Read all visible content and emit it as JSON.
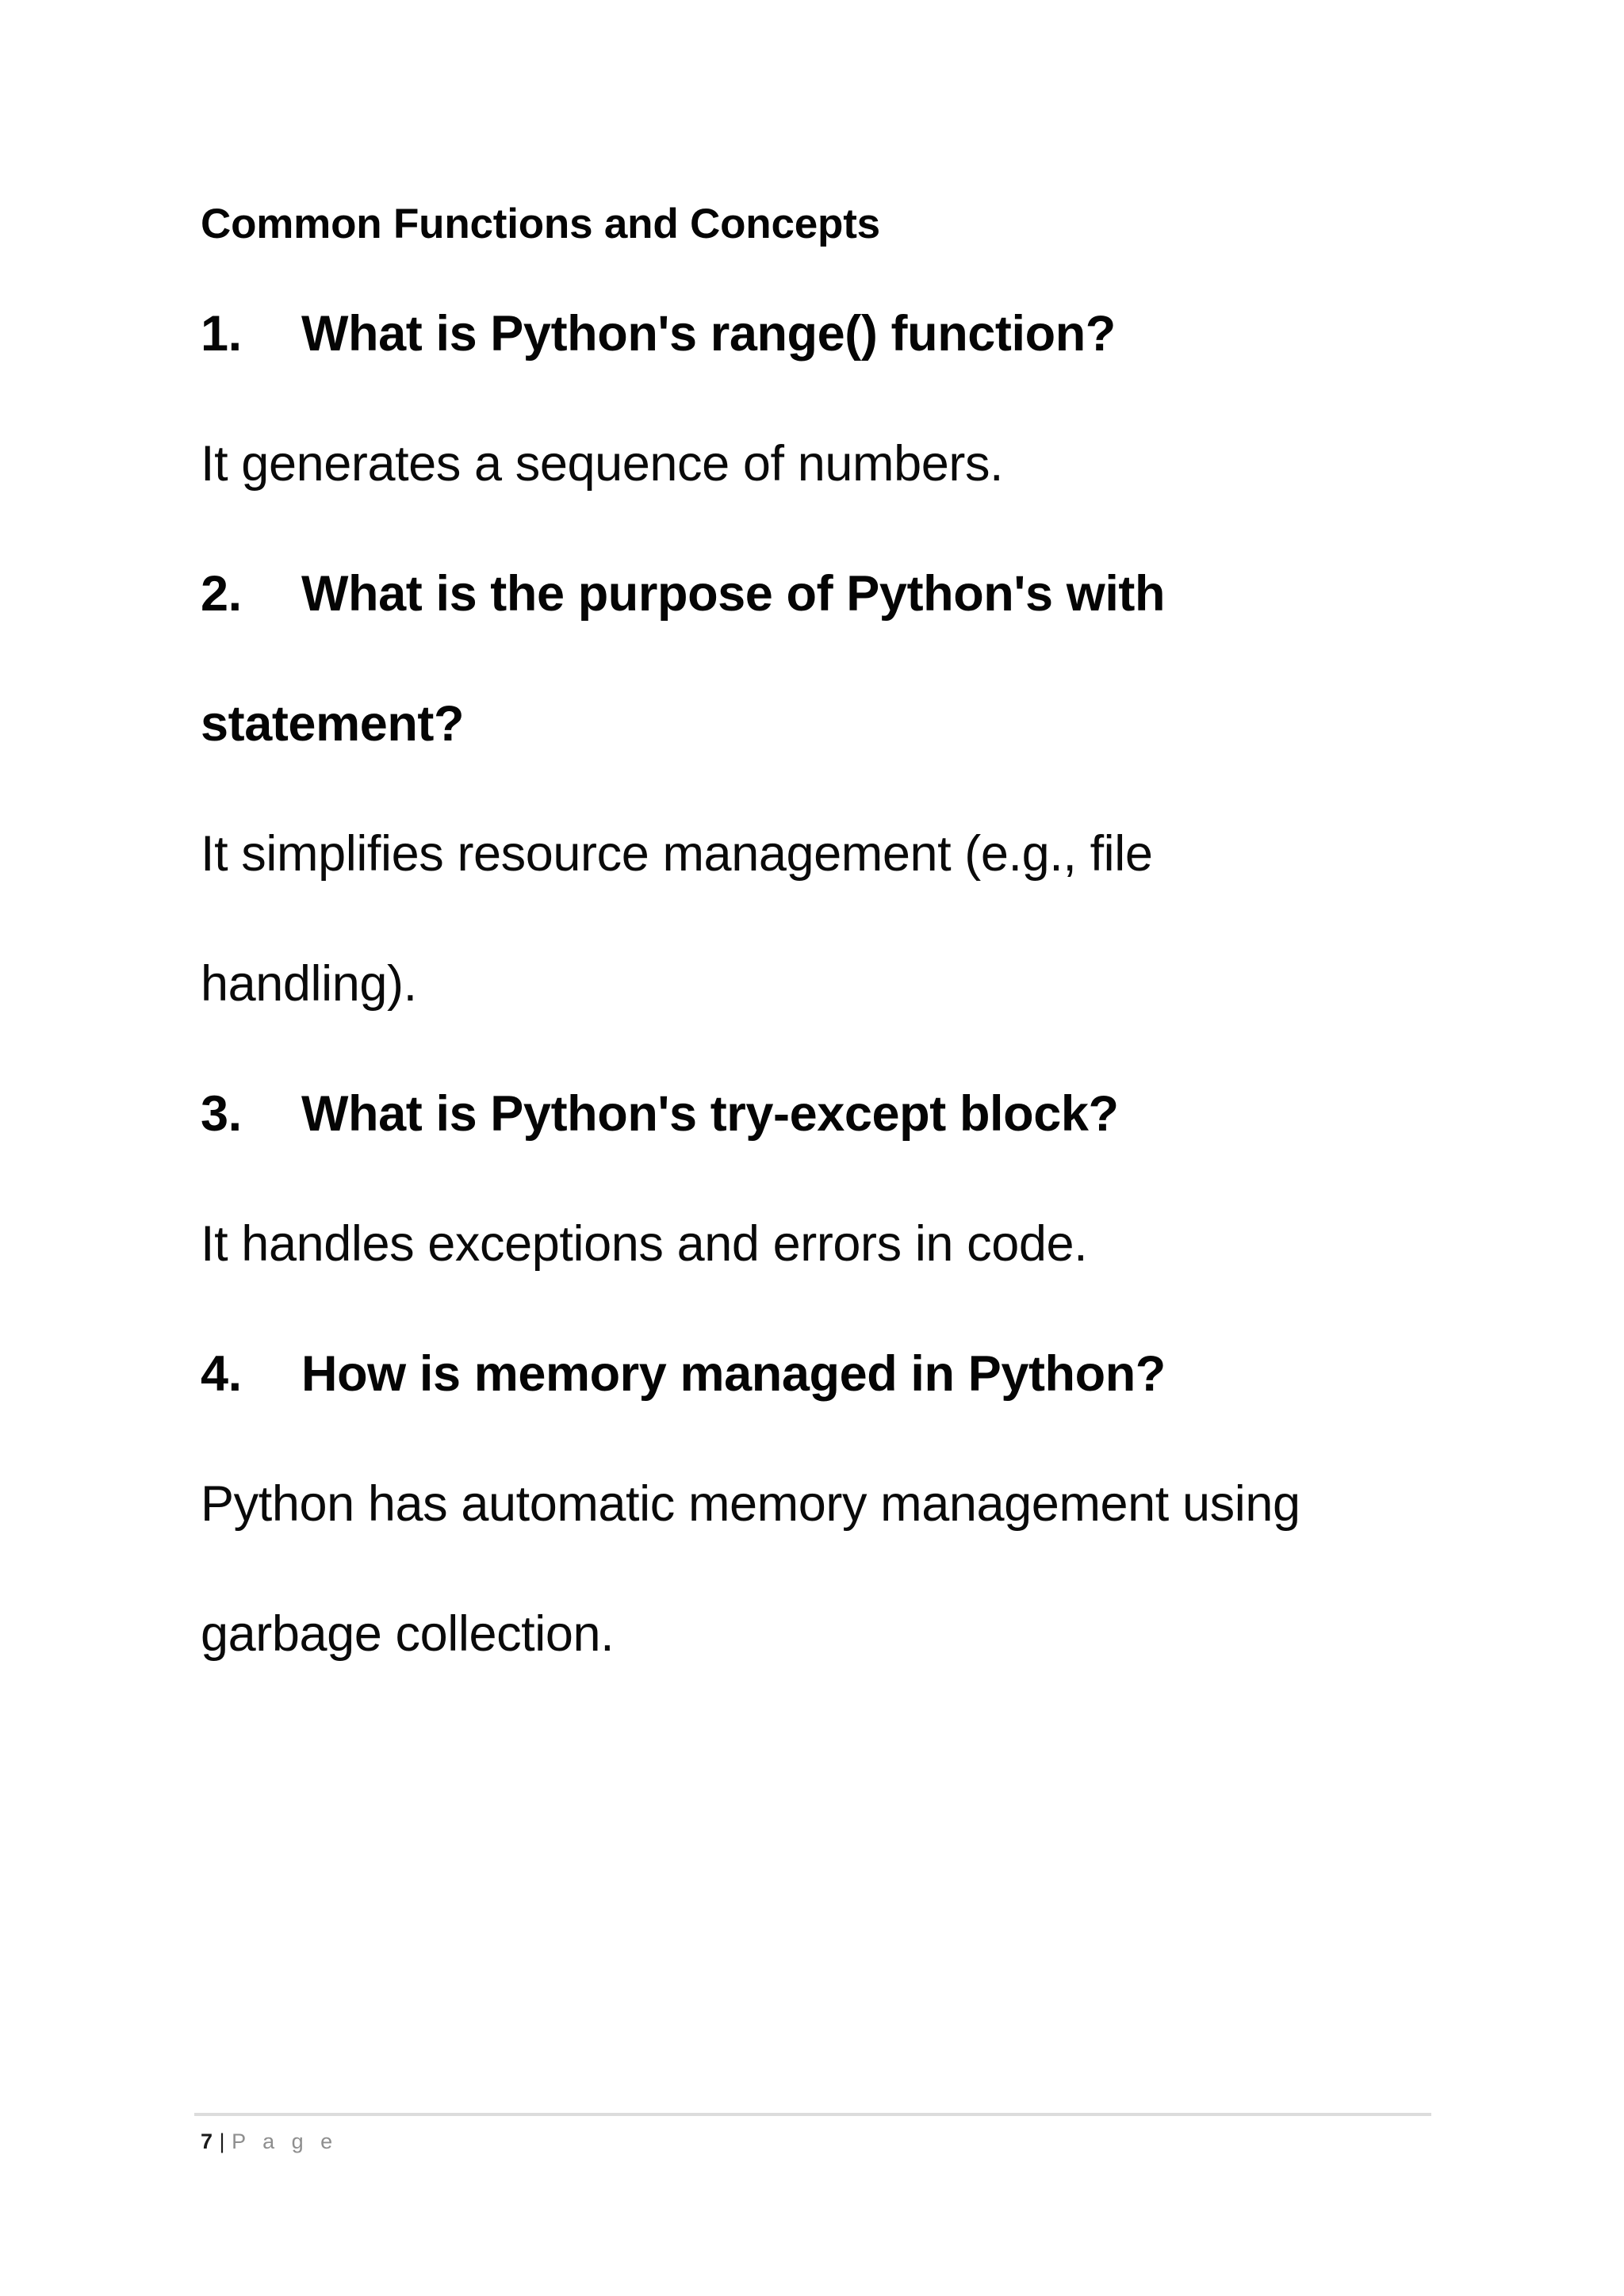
{
  "document": {
    "section_heading": "Common Functions and Concepts",
    "qa": [
      {
        "number": "1.",
        "question": "What is Python's range() function?",
        "answer": "It generates a sequence of numbers."
      },
      {
        "number": "2.",
        "question": "What is the purpose of Python's with statement?",
        "answer": "It simplifies resource management (e.g., file handling)."
      },
      {
        "number": "3.",
        "question": "What is Python's try-except block?",
        "answer": "It handles exceptions and errors in code."
      },
      {
        "number": "4.",
        "question": "How is memory managed in Python?",
        "answer": "Python has automatic memory management using garbage collection."
      }
    ]
  },
  "footer": {
    "page_number": "7",
    "separator": "|",
    "page_label": "P a g e"
  },
  "colors": {
    "text": "#050505",
    "footer_label": "#8e8e8e",
    "footer_rule": "#dcdcdc",
    "background": "#ffffff"
  }
}
